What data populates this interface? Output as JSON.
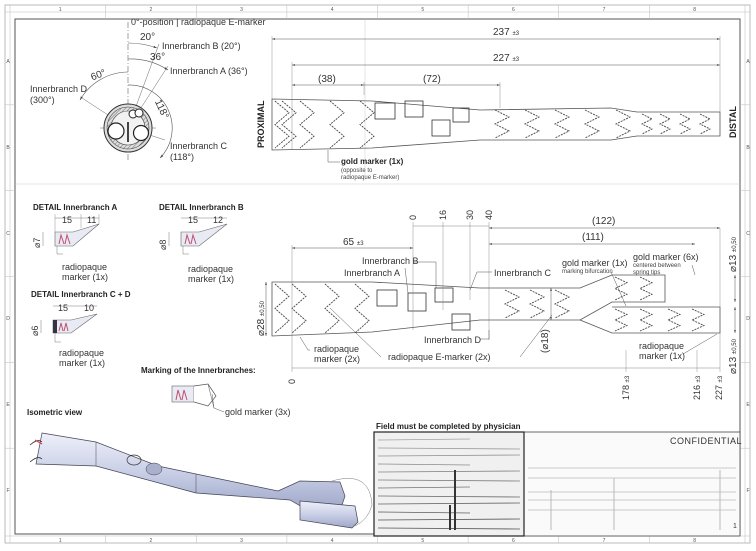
{
  "frame": {
    "columns": [
      "1",
      "2",
      "3",
      "4",
      "5",
      "6",
      "7",
      "8"
    ],
    "rows": [
      "A",
      "B",
      "C",
      "D",
      "E",
      "F"
    ]
  },
  "cross_section": {
    "zero_label": "0°-position | radiopaque E-marker",
    "angles": [
      "20°",
      "36°",
      "60°",
      "118°"
    ],
    "branches": [
      {
        "name": "Innerbranch B (20°)"
      },
      {
        "name": "Innerbranch A (36°)"
      },
      {
        "name": "Innerbranch D",
        "sub": "(300°)"
      },
      {
        "name": "Innerbranch C",
        "sub": "(118°)"
      }
    ]
  },
  "top_view": {
    "proximal": "PROXIMAL",
    "distal": "DISTAL",
    "dim_total": "237",
    "dim_total_tol": "±3",
    "dim_body": "227",
    "dim_body_tol": "±3",
    "dim_a": "38",
    "dim_b": "72",
    "gold_marker": "gold marker (1x)",
    "gold_marker_note1": "(opposite to",
    "gold_marker_note2": "radiopaque E-marker)"
  },
  "details": [
    {
      "title": "DETAIL Innerbranch A",
      "d1": "15",
      "d2": "11",
      "dia": "⌀7",
      "note1": "radiopaque",
      "note2": "marker (1x)"
    },
    {
      "title": "DETAIL Innerbranch B",
      "d1": "15",
      "d2": "12",
      "dia": "⌀8",
      "note1": "radiopaque",
      "note2": "marker (1x)"
    },
    {
      "title": "DETAIL Innerbranch C + D",
      "d1": "15",
      "d2": "10",
      "dia": "⌀6",
      "note1": "radiopaque",
      "note2": "marker (1x)"
    }
  ],
  "marking": {
    "title": "Marking of the Innerbranches:",
    "gold": "gold marker (3x)"
  },
  "side_view": {
    "dim_65": "65",
    "dim_65_tol": "±3",
    "pos": [
      "0",
      "16",
      "30",
      "40"
    ],
    "dim_122": "122",
    "dim_111": "111",
    "dia_28": "⌀28",
    "dia_28_tol": "±0,50",
    "dia_18": "⌀18",
    "dia_13a": "⌀13",
    "dia_13a_tol": "±0,50",
    "dia_13b": "⌀13",
    "dia_13b_tol": "±0,50",
    "zero": "0",
    "len_178": "178",
    "len_178_tol": "±3",
    "len_216": "216",
    "len_216_tol": "±3",
    "len_227": "227",
    "len_227_tol": "±3",
    "ib_a": "Innerbranch A",
    "ib_b": "Innerbranch B",
    "ib_c": "Innerbranch C",
    "ib_d": "Innerbranch D",
    "rad_marker_2x_1": "radiopaque",
    "rad_marker_2x_2": "marker (2x)",
    "e_marker": "radiopaque E-marker (2x)",
    "gold_bif": "gold marker (1x)",
    "gold_bif_note": "marking bifurcation",
    "gold_6x": "gold marker (6x)",
    "gold_6x_note1": "centered between",
    "gold_6x_note2": "spring tips",
    "rad_marker_1x_1": "radiopaque",
    "rad_marker_1x_2": "marker (1x)"
  },
  "isometric": {
    "title": "Isometric view"
  },
  "physician": {
    "title": "Field must be completed by physician",
    "confidential": "CONFIDENTIAL",
    "page": "1"
  }
}
